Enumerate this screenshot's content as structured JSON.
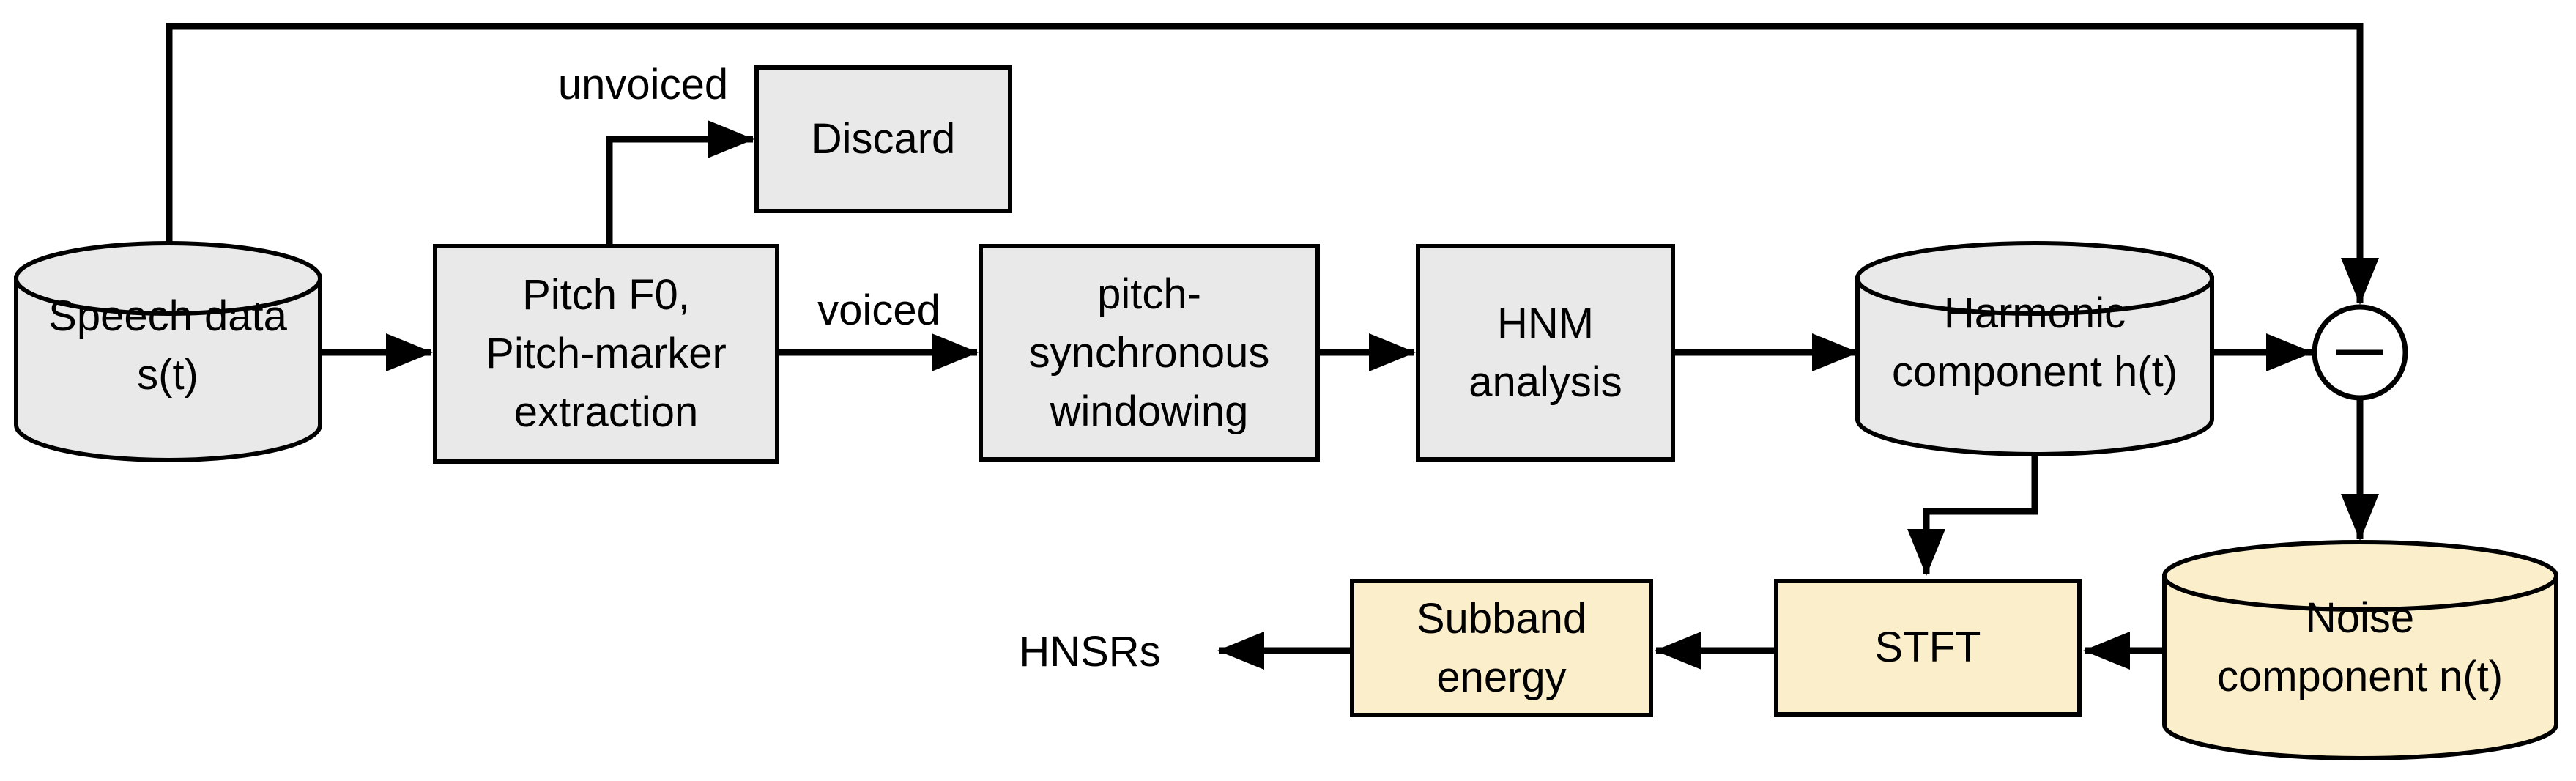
{
  "colors": {
    "background": "#ffffff",
    "gray_fill": "#e9e9e9",
    "cream_fill": "#fbeeca",
    "stroke": "#000000",
    "text": "#000000"
  },
  "nodes": {
    "speech": {
      "shape": "cylinder",
      "fill": "gray",
      "lines": [
        "Speech data",
        "s(t)"
      ]
    },
    "pitch": {
      "shape": "rect",
      "fill": "gray",
      "lines": [
        "Pitch F0,",
        "Pitch-marker",
        "extraction"
      ]
    },
    "discard": {
      "shape": "rect",
      "fill": "gray",
      "lines": [
        "Discard"
      ]
    },
    "windowing": {
      "shape": "rect",
      "fill": "gray",
      "lines": [
        "pitch-",
        "synchronous",
        "windowing"
      ]
    },
    "hnm": {
      "shape": "rect",
      "fill": "gray",
      "lines": [
        "HNM",
        "analysis"
      ]
    },
    "harmonic": {
      "shape": "cylinder",
      "fill": "gray",
      "lines": [
        "Harmonic",
        "component h(t)"
      ]
    },
    "minus": {
      "shape": "circle",
      "symbol": "minus-sign"
    },
    "noise": {
      "shape": "cylinder",
      "fill": "cream",
      "lines": [
        "Noise",
        "component n(t)"
      ]
    },
    "stft": {
      "shape": "rect",
      "fill": "cream",
      "lines": [
        "STFT"
      ]
    },
    "subband": {
      "shape": "rect",
      "fill": "cream",
      "lines": [
        "Subband",
        "energy"
      ]
    }
  },
  "edge_labels": {
    "unvoiced": "unvoiced",
    "voiced": "voiced"
  },
  "outputs": {
    "hnsrs": "HNSRs"
  }
}
